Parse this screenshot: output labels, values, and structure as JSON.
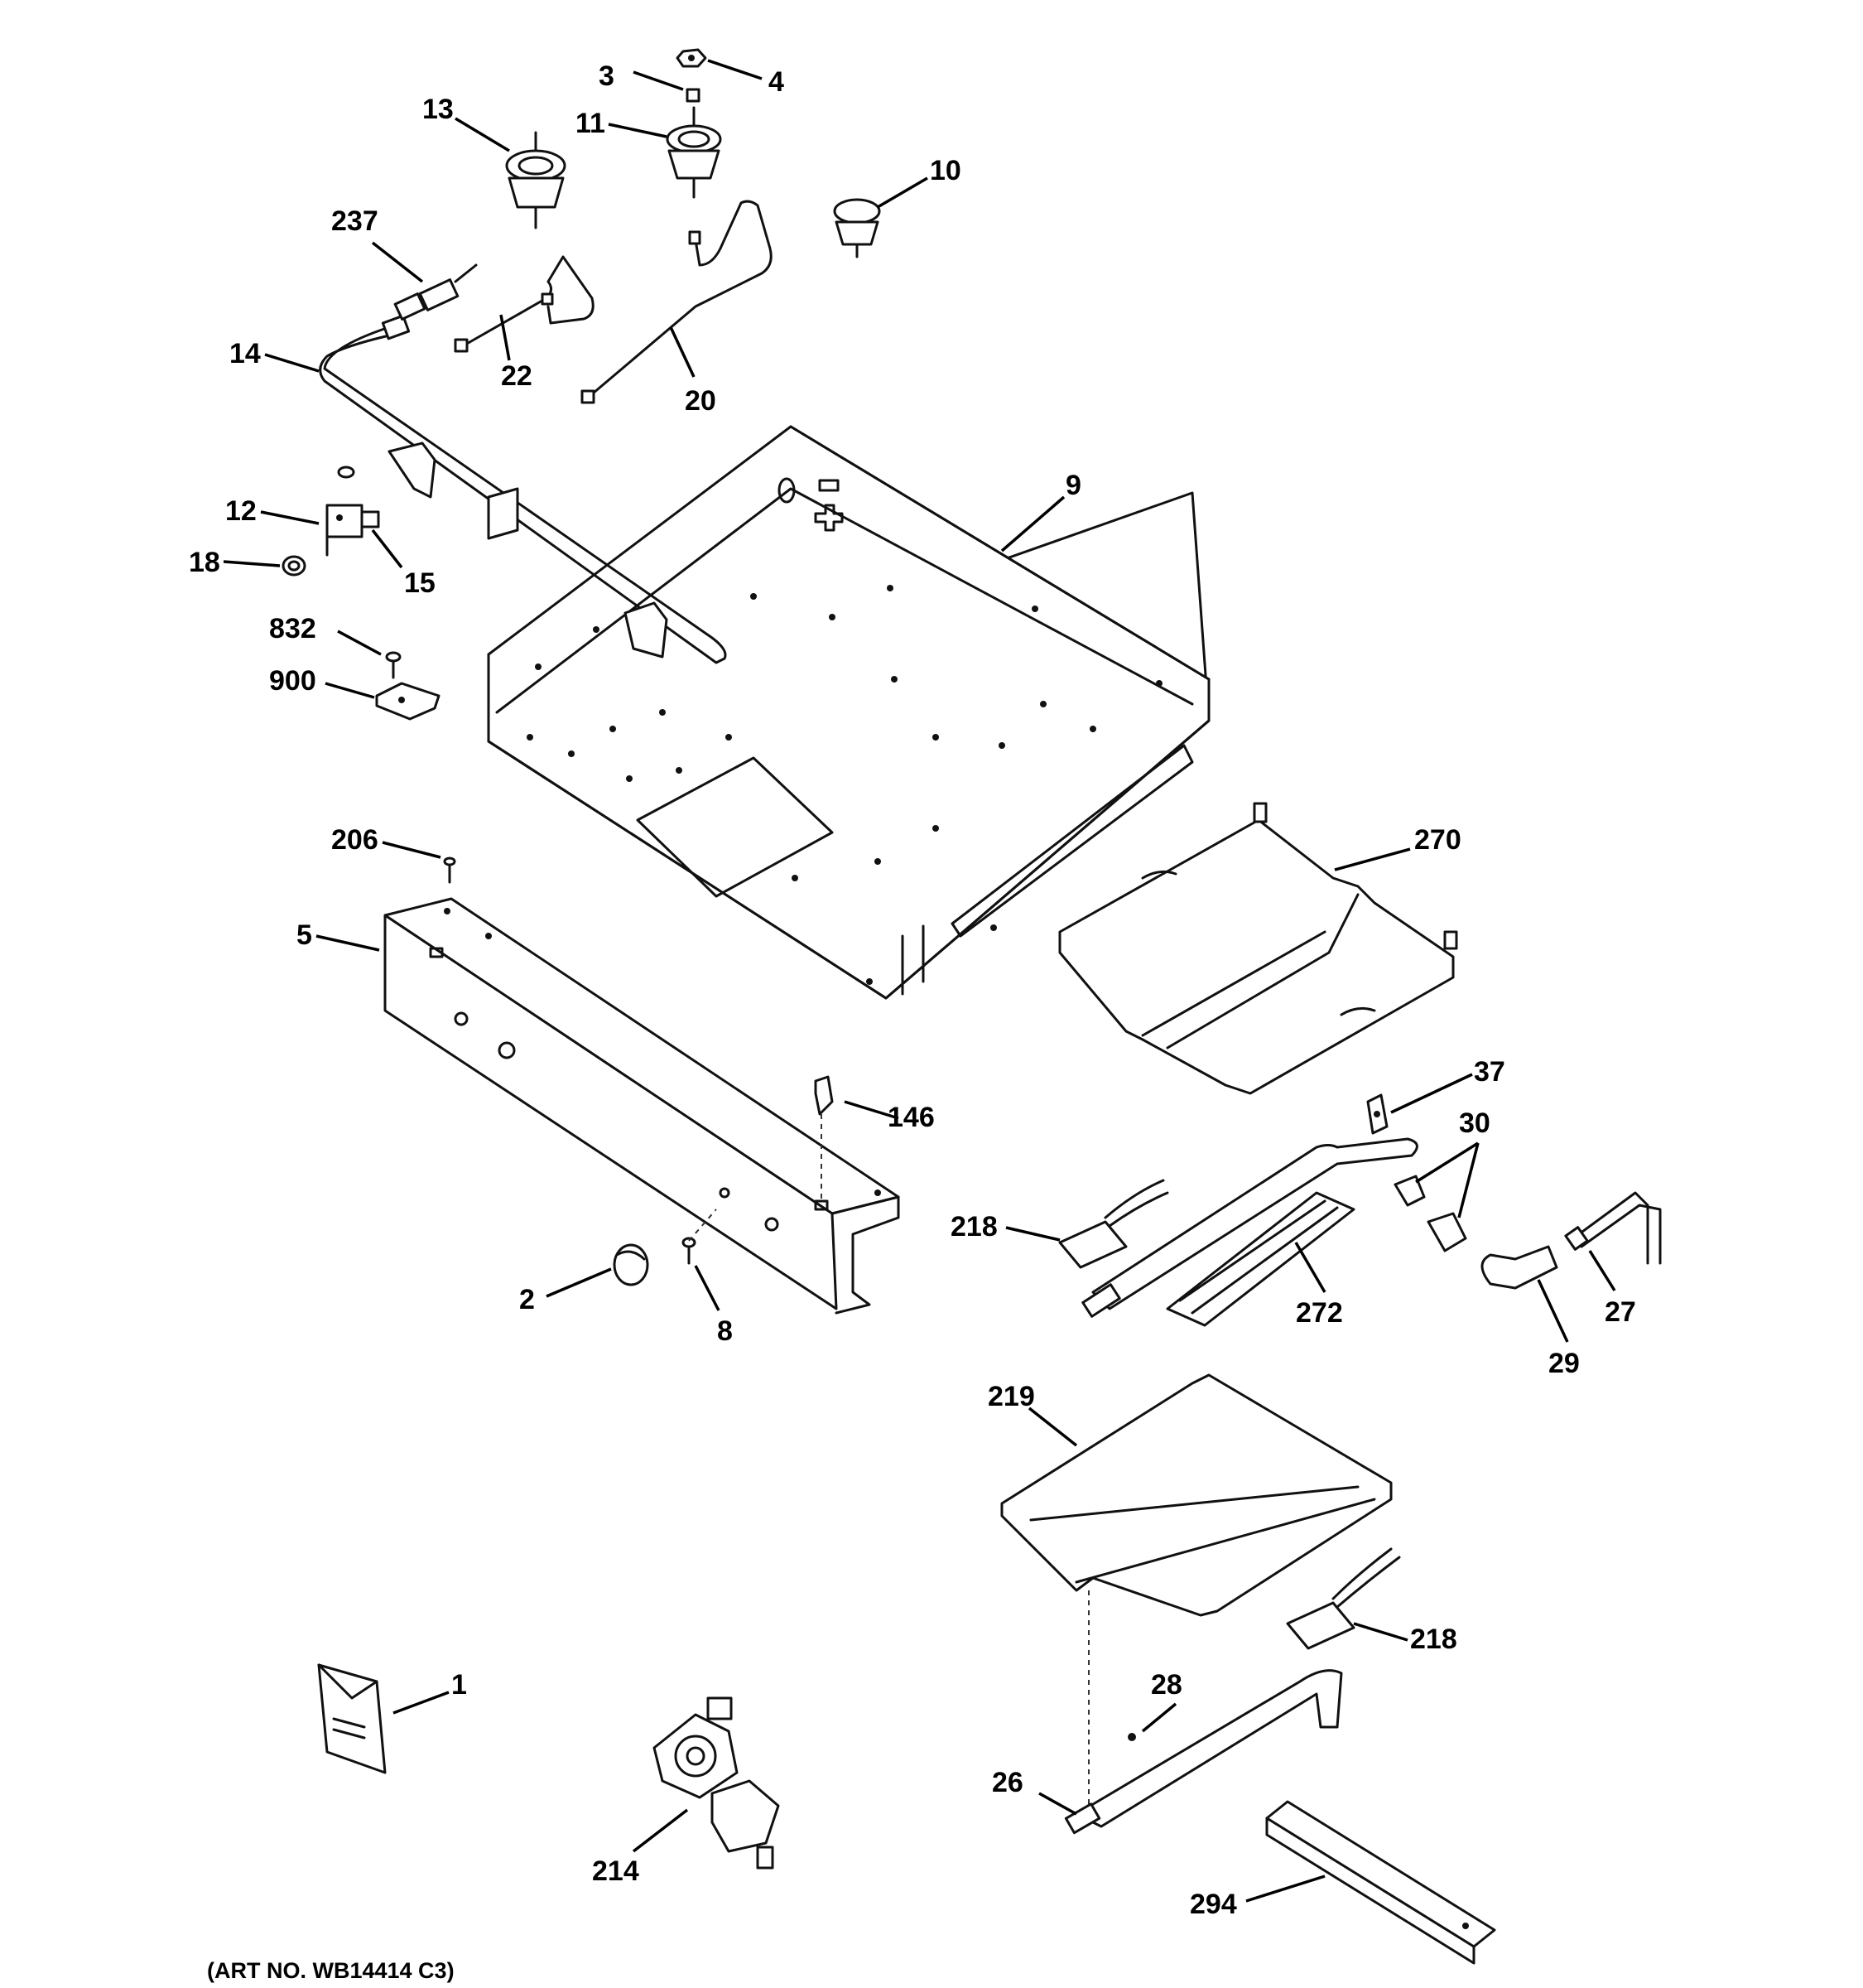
{
  "callouts": {
    "c1": "1",
    "c2": "2",
    "c3": "3",
    "c4": "4",
    "c5": "5",
    "c8": "8",
    "c9": "9",
    "c10": "10",
    "c11": "11",
    "c12": "12",
    "c13": "13",
    "c14": "14",
    "c15": "15",
    "c18": "18",
    "c20": "20",
    "c22": "22",
    "c26": "26",
    "c27": "27",
    "c28": "28",
    "c29": "29",
    "c30": "30",
    "c37": "37",
    "c146": "146",
    "c206": "206",
    "c214": "214",
    "c218a": "218",
    "c218b": "218",
    "c219": "219",
    "c237": "237",
    "c270": "270",
    "c272": "272",
    "c294": "294",
    "c832": "832",
    "c900": "900"
  },
  "art_number": "(ART NO. WB14414 C3)"
}
